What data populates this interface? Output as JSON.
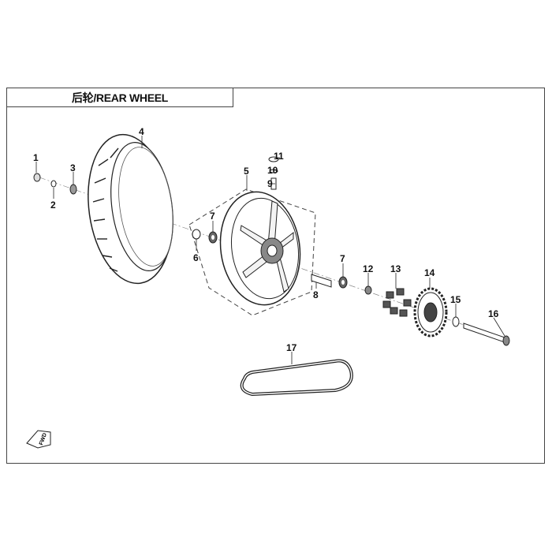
{
  "title": "后轮/REAR WHEEL",
  "fwd_icon_text": "FWD",
  "callouts": [
    "1",
    "2",
    "3",
    "4",
    "5",
    "6",
    "7",
    "7",
    "8",
    "9",
    "10",
    "11",
    "12",
    "13",
    "14",
    "15",
    "16",
    "17"
  ]
}
